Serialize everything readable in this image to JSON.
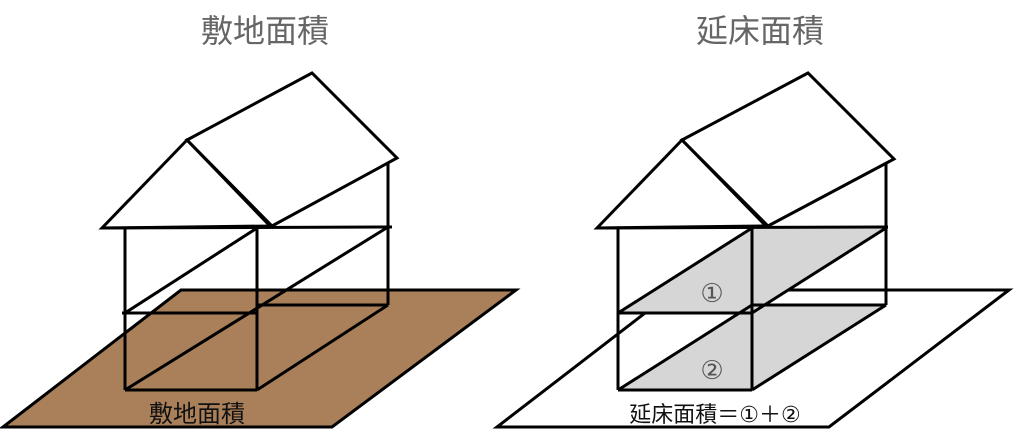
{
  "left_panel": {
    "title": "敷地面積",
    "ground_label": "敷地面積",
    "ground_color": "#a98059"
  },
  "right_panel": {
    "title": "延床面積",
    "floor1_label": "①",
    "floor2_label": "②",
    "formula_label": "延床面積＝①＋②",
    "floor_color": "#d6d6d6"
  }
}
